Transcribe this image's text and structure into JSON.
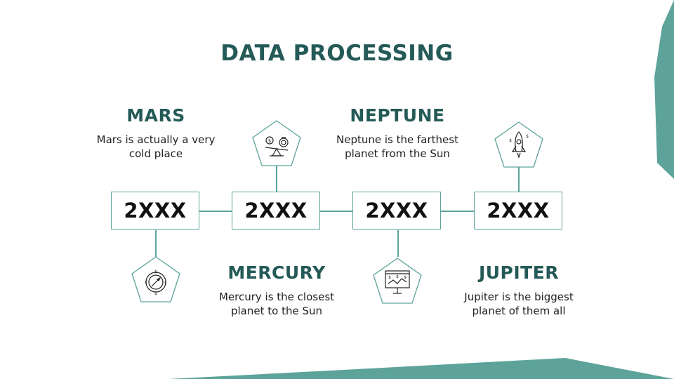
{
  "slide": {
    "title": "DATA PROCESSING",
    "accent_color": "#5da39a",
    "title_color": "#245a57"
  },
  "milestones": [
    {
      "year": "2XXX",
      "heading": "MARS",
      "text_line1": "Mars is actually a very",
      "text_line2": "cold place",
      "icon": "compass-icon"
    },
    {
      "year": "2XXX",
      "heading": "MERCURY",
      "text_line1": "Mercury is the closest",
      "text_line2": "planet to the Sun",
      "icon": "scale-coins-icon"
    },
    {
      "year": "2XXX",
      "heading": "NEPTUNE",
      "text_line1": "Neptune is the farthest",
      "text_line2": "planet from the Sun",
      "icon": "presentation-chart-icon"
    },
    {
      "year": "2XXX",
      "heading": "JUPITER",
      "text_line1": "Jupiter is the biggest",
      "text_line2": "planet of them all",
      "icon": "rocket-icon"
    }
  ]
}
